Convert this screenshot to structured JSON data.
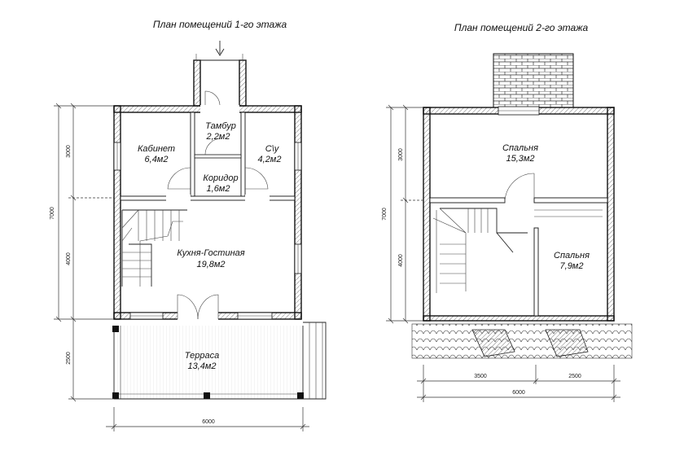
{
  "titles": {
    "floor1": "План помещений 1-го этажа",
    "floor2": "План помещений 2-го этажа"
  },
  "floor1": {
    "rooms": [
      {
        "name": "Тамбур",
        "area": "2,2м2"
      },
      {
        "name": "Кабинет",
        "area": "6,4м2"
      },
      {
        "name": "С\\у",
        "area": "4,2м2"
      },
      {
        "name": "Коридор",
        "area": "1,6м2"
      },
      {
        "name": "Кухня-Гостиная",
        "area": "19,8м2"
      },
      {
        "name": "Терраса",
        "area": "13,4м2"
      }
    ],
    "dims": {
      "total_height": "7000",
      "upper": "3000",
      "lower": "4000",
      "terrace": "2500",
      "width": "6000"
    }
  },
  "floor2": {
    "rooms": [
      {
        "name": "Спальня",
        "area": "15,3м2"
      },
      {
        "name": "Спальня",
        "area": "7,9м2"
      }
    ],
    "dims": {
      "total_height": "7000",
      "upper": "3000",
      "lower": "4000",
      "left_width": "3500",
      "right_width": "2500",
      "width": "6000"
    }
  }
}
